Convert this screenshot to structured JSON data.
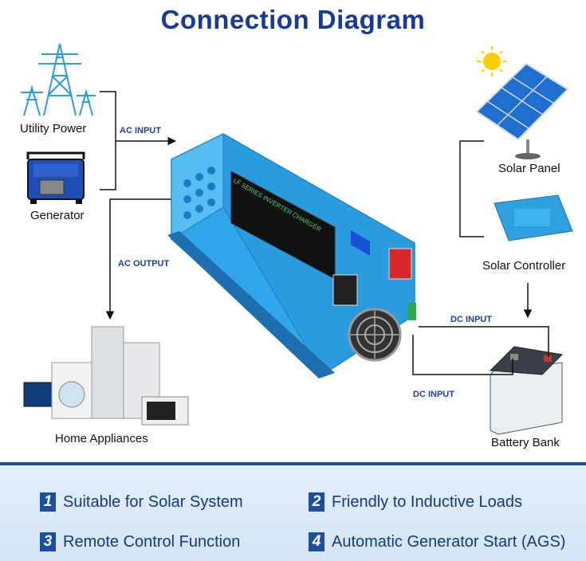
{
  "title": "Connection Diagram",
  "labels": {
    "utility_power": "Utility Power",
    "generator": "Generator",
    "home_appliances": "Home Appliances",
    "solar_panel": "Solar Panel",
    "solar_controller": "Solar Controller",
    "battery_bank": "Battery Bank"
  },
  "connections": {
    "ac_input": "AC INPUT",
    "ac_output": "AC OUTPUT",
    "dc_input_top": "DC INPUT",
    "dc_input_bottom": "DC INPUT"
  },
  "inverter_text": "LF SERIES INVERTER CHARGER",
  "features": [
    {
      "num": "1",
      "text": "Suitable for Solar System"
    },
    {
      "num": "2",
      "text": "Friendly to Inductive Loads"
    },
    {
      "num": "3",
      "text": "Remote Control Function"
    },
    {
      "num": "4",
      "text": "Automatic Generator Start (AGS)"
    }
  ],
  "colors": {
    "accent": "#17399a",
    "inverter": "#2b9be0",
    "panel": "#1e6fd0"
  }
}
